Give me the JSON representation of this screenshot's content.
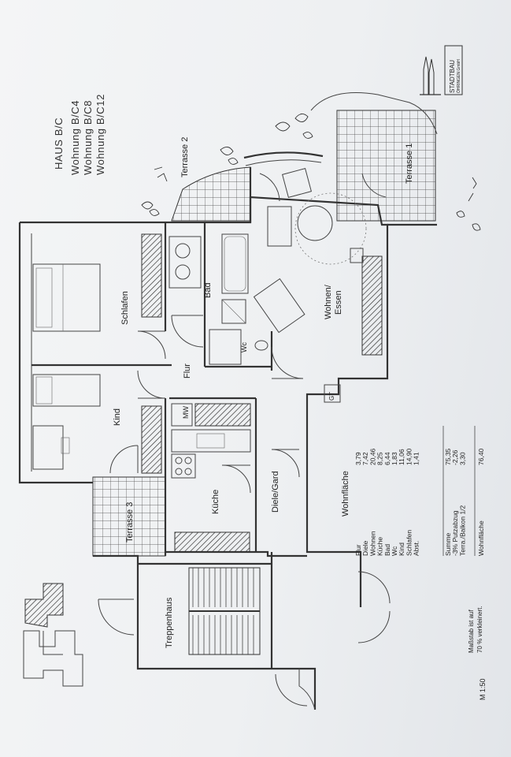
{
  "header": {
    "house": "HAUS B/C",
    "apartments": [
      "Wohnung B/C4",
      "Wohnung B/C8",
      "Wohnung B/C12"
    ]
  },
  "logo": {
    "text": "STADTBAU",
    "subtext": "ÖHRINGEN GmbH"
  },
  "rooms": {
    "terrasse1": "Terrasse 1",
    "terrasse2": "Terrasse 2",
    "terrasse3": "Terrasse 3",
    "schlafen": "Schlafen",
    "bad": "Bad",
    "wc": "Wc",
    "flur": "Flur",
    "kind": "Kind",
    "kueche": "Küche",
    "diele": "Diele/Gard",
    "treppenhaus": "Treppenhaus",
    "wohnen": "Wohnen/\nEssen",
    "mw": "MW",
    "gt": "GT"
  },
  "area_table": {
    "title": "Wohnfläche",
    "rows": [
      {
        "label": "Flur",
        "value": "3,79"
      },
      {
        "label": "Diele",
        "value": "7,42"
      },
      {
        "label": "Wohnen",
        "value": "20,46"
      },
      {
        "label": "Küche",
        "value": "8,25"
      },
      {
        "label": "Bad",
        "value": "6,44"
      },
      {
        "label": "Wc",
        "value": "1,83"
      },
      {
        "label": "Kind",
        "value": "11,06"
      },
      {
        "label": "Schlafen",
        "value": "14,90"
      },
      {
        "label": "Abst.",
        "value": "1,41"
      }
    ],
    "sum_rows": [
      {
        "label": "Summe",
        "value": "75,35"
      },
      {
        "label": "-3% Putzabzug",
        "value": "-2,26"
      },
      {
        "label": "Terra./Balkon 1/2",
        "value": "3,30"
      }
    ],
    "total": {
      "label": "Wohnfläche",
      "value": "76,40"
    }
  },
  "scale": {
    "label": "M 1:50",
    "note_line1": "Maßstab ist auf",
    "note_line2": "70 % verkleinert."
  },
  "colors": {
    "paper": "#f1f3f4",
    "ink": "#333333",
    "hatch": "#555555"
  }
}
